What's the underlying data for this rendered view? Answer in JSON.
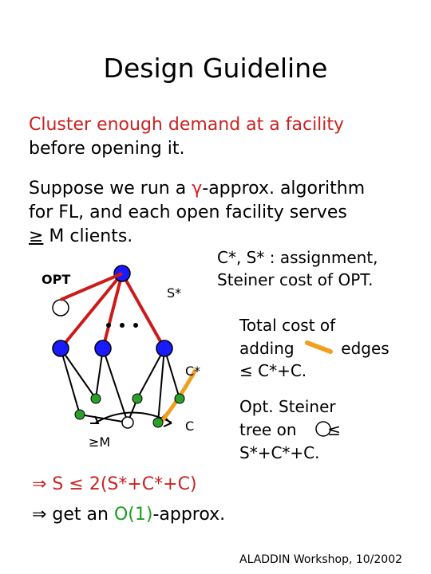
{
  "title": "Design Guideline",
  "intro": {
    "line1": "Cluster enough demand at a facility",
    "line2": "before opening it."
  },
  "suppose": {
    "line1_pre": "Suppose we run a ",
    "gamma": "γ",
    "line1_post": "-approx. algorithm",
    "line2": "for FL, and each open facility serves",
    "ge": "≥",
    "m": " M",
    "line3_post": " clients."
  },
  "caption": {
    "line1": "C*, S* : assignment,",
    "line2": "Steiner cost of OPT."
  },
  "diagram": {
    "opt_label": "OPT",
    "s_star_label": "S*",
    "c_star_label": "C*",
    "c_label": "C",
    "ge_m_label": "≥M",
    "colors": {
      "facility": "#1a1aff",
      "client": "#2aa02a",
      "steiner_edge": "#cc1a1a",
      "path": "#f0a020"
    }
  },
  "total": {
    "line1": "Total cost of",
    "line2_pre": "adding ",
    "line2_post": " edges",
    "line3": "≤ C*+C."
  },
  "steiner": {
    "line1": "Opt. Steiner",
    "line2_pre": "tree on ",
    "line2_post": " ≤",
    "line3": "S*+C*+C."
  },
  "bullets": {
    "arrow": "⇒",
    "b1": " S ≤ 2(S*+C*+C)",
    "b2_pre": " get an ",
    "b2_mid": "O(1)",
    "b2_post": "-approx."
  },
  "footer": "ALADDIN Workshop, 10/2002"
}
